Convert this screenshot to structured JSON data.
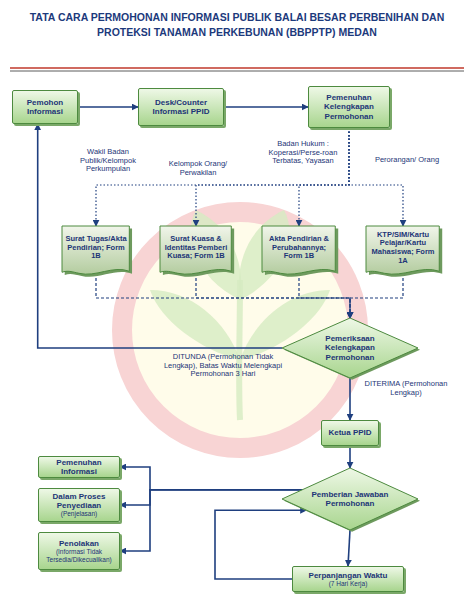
{
  "diagram": {
    "title": "TATA CARA PERMOHONAN INFORMASI PUBLIK BALAI BESAR PERBENIHAN DAN PROTEKSI TANAMAN PERKEBUNAN (BBPPTP) MEDAN",
    "nodes": [
      {
        "text": [
          "Pemohon Informasi"
        ]
      },
      {
        "text": [
          "Desk/Counter Informasi PPID"
        ]
      },
      {
        "text": [
          "Pemenuhan Kelengkapan Permohonan"
        ]
      },
      {
        "text": [
          "Surat Tugas/Akta Pendirian; Form 1B"
        ]
      },
      {
        "text": [
          "Surat Kuasa & Identitas Pemberi Kuasa; Form 1B"
        ]
      },
      {
        "text": [
          "Akta Pendirian & Perubahannya; Form 1B"
        ]
      },
      {
        "text": [
          "KTP/SIM/Kartu Pelajar/Kartu Mahasiswa; Form 1A"
        ]
      },
      {
        "text": [
          "Pemeriksaan Kelengkapan Permohonan"
        ]
      },
      {
        "text": [
          "Ketua PPID"
        ]
      },
      {
        "text": [
          "Pemenuhan Informasi"
        ]
      },
      {
        "text": [
          "Dalam Proses Penyediaan",
          "(Penjelasan)"
        ]
      },
      {
        "text": [
          "Penolakan",
          "(Informasi Tidak Tersedia/Dikecualikan)"
        ]
      },
      {
        "text": [
          "Pemberian Jawaban Permohonan"
        ]
      },
      {
        "text": [
          "Perpanjangan Waktu",
          "(7 Hari Kerja)"
        ]
      }
    ],
    "edges": [
      {
        "from": 0,
        "to": 1,
        "arrow": "to"
      },
      {
        "from": 1,
        "to": 2,
        "arrow": "to"
      },
      {
        "from": 2,
        "to": 3,
        "label": "Wakil Badan Publik/Kelompok Perkumpulan",
        "arrow": "to"
      },
      {
        "from": 2,
        "to": 4,
        "label": "Kelompok Orang/ Perwakilan",
        "arrow": "to"
      },
      {
        "from": 2,
        "to": 5,
        "label": "Badan Hukum : Koperasi/Perse-roan Terbatas, Yayasan",
        "arrow": "to"
      },
      {
        "from": 2,
        "to": 6,
        "label": "Perorangan/ Orang",
        "arrow": "to"
      },
      {
        "from": 3,
        "to": 7,
        "arrow": "to"
      },
      {
        "from": 4,
        "to": 7,
        "arrow": "to"
      },
      {
        "from": 5,
        "to": 7,
        "arrow": "to"
      },
      {
        "from": 6,
        "to": 7,
        "arrow": "to"
      },
      {
        "from": 7,
        "to": 0,
        "label": "DITUNDA (Permohonan Tidak Lengkap), Batas Waktu Melengkapi Permohonan 3 Hari",
        "arrow": "to"
      },
      {
        "from": 7,
        "to": 8,
        "label": "DITERIMA (Permohonan Lengkap)",
        "arrow": "to"
      },
      {
        "from": 8,
        "to": 12,
        "arrow": "to"
      },
      {
        "from": 12,
        "to": 9,
        "arrow": "to"
      },
      {
        "from": 12,
        "to": 10,
        "arrow": "to"
      },
      {
        "from": 12,
        "to": 11,
        "arrow": "to"
      },
      {
        "from": 12,
        "to": 13,
        "arrow": "to"
      },
      {
        "from": 13,
        "to": 12,
        "arrow": "to"
      }
    ]
  }
}
